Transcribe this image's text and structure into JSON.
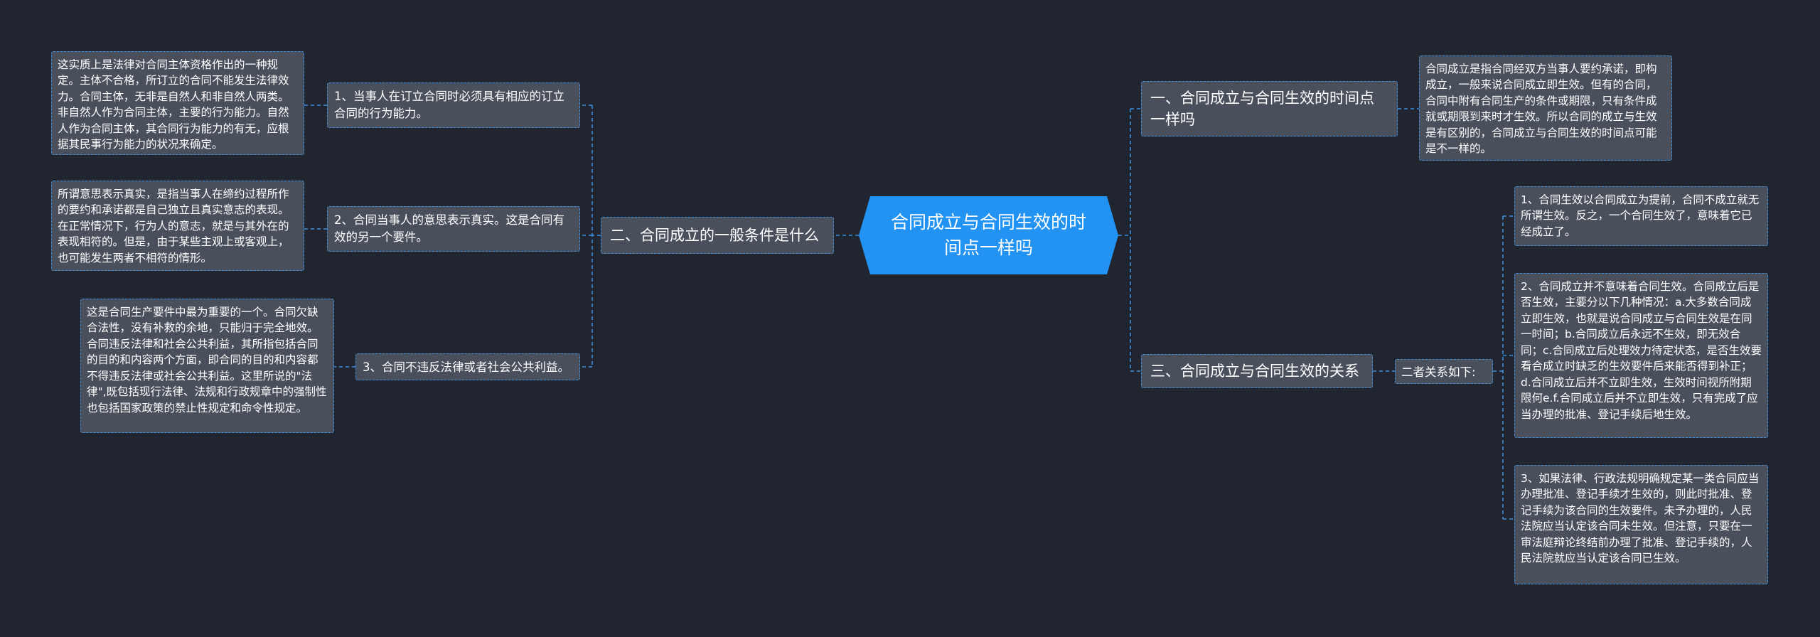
{
  "root": {
    "label": "合同成立与合同生效的时间点一样吗"
  },
  "left": {
    "branch": {
      "label": "二、合同成立的一般条件是什么"
    },
    "items": [
      {
        "label": "1、当事人在订立合同时必须具有相应的订立合同的行为能力。",
        "detail": "这实质上是法律对合同主体资格作出的一种规定。主体不合格，所订立的合同不能发生法律效力。合同主体，无非是自然人和非自然人两类。非自然人作为合同主体，主要的行为能力。自然人作为合同主体，其合同行为能力的有无，应根据其民事行为能力的状况来确定。"
      },
      {
        "label": "2、合同当事人的意思表示真实。这是合同有效的另一个要件。",
        "detail": "所谓意思表示真实，是指当事人在缔约过程所作的要约和承诺都是自己独立且真实意志的表现。在正常情况下，行为人的意志，就是与其外在的表现相符的。但是，由于某些主观上或客观上，也可能发生两者不相符的情形。"
      },
      {
        "label": "3、合同不违反法律或者社会公共利益。",
        "detail": "这是合同生产要件中最为重要的一个。合同欠缺合法性，没有补救的余地，只能归于完全地效。合同违反法律和社会公共利益，其所指包括合同的目的和内容两个方面，即合同的目的和内容都不得违反法律或社会公共利益。这里所说的\"法律\",既包括现行法律、法规和行政规章中的强制性也包括国家政策的禁止性规定和命令性规定。"
      }
    ]
  },
  "right": {
    "branch1": {
      "label": "一、合同成立与合同生效的时间点一样吗",
      "detail": "合同成立是指合同经双方当事人要约承诺，即构成立，一般来说合同成立即生效。但有的合同，合同中附有合同生产的条件或期限，只有条件成就或期限到来时才生效。所以合同的成立与生效是有区别的，合同成立与合同生效的时间点可能是不一样的。"
    },
    "branch2": {
      "label": "三、合同成立与合同生效的关系",
      "sub": "二者关系如下:",
      "items": [
        "1、合同生效以合同成立为提前，合同不成立就无所谓生效。反之，一个合同生效了，意味着它已经成立了。",
        "2、合同成立并不意味着合同生效。合同成立后是否生效，主要分以下几种情况：a.大多数合同成立即生效，也就是说合同成立与合同生效是在同一时间；b.合同成立后永远不生效，即无效合同；c.合同成立后处理效力待定状态，是否生效要看合成立时缺乏的生效要件后来能否得到补正；d.合同成立后并不立即生效，生效时间视所附期限何e.f.合同成立后并不立即生效，只有完成了应当办理的批准、登记手续后地生效。",
        "3、如果法律、行政法规明确规定某一类合同应当办理批准、登记手续才生效的，则此时批准、登记手续为该合同的生效要件。未予办理的，人民法院应当认定该合同未生效。但注意，只要在一审法庭辩论终结前办理了批准、登记手续的，人民法院就应当认定该合同已生效。"
      ]
    }
  },
  "colors": {
    "background": "#21252f",
    "root": "#2393f3",
    "node": "#4a4f5c",
    "connector": "#3d8fe0"
  }
}
